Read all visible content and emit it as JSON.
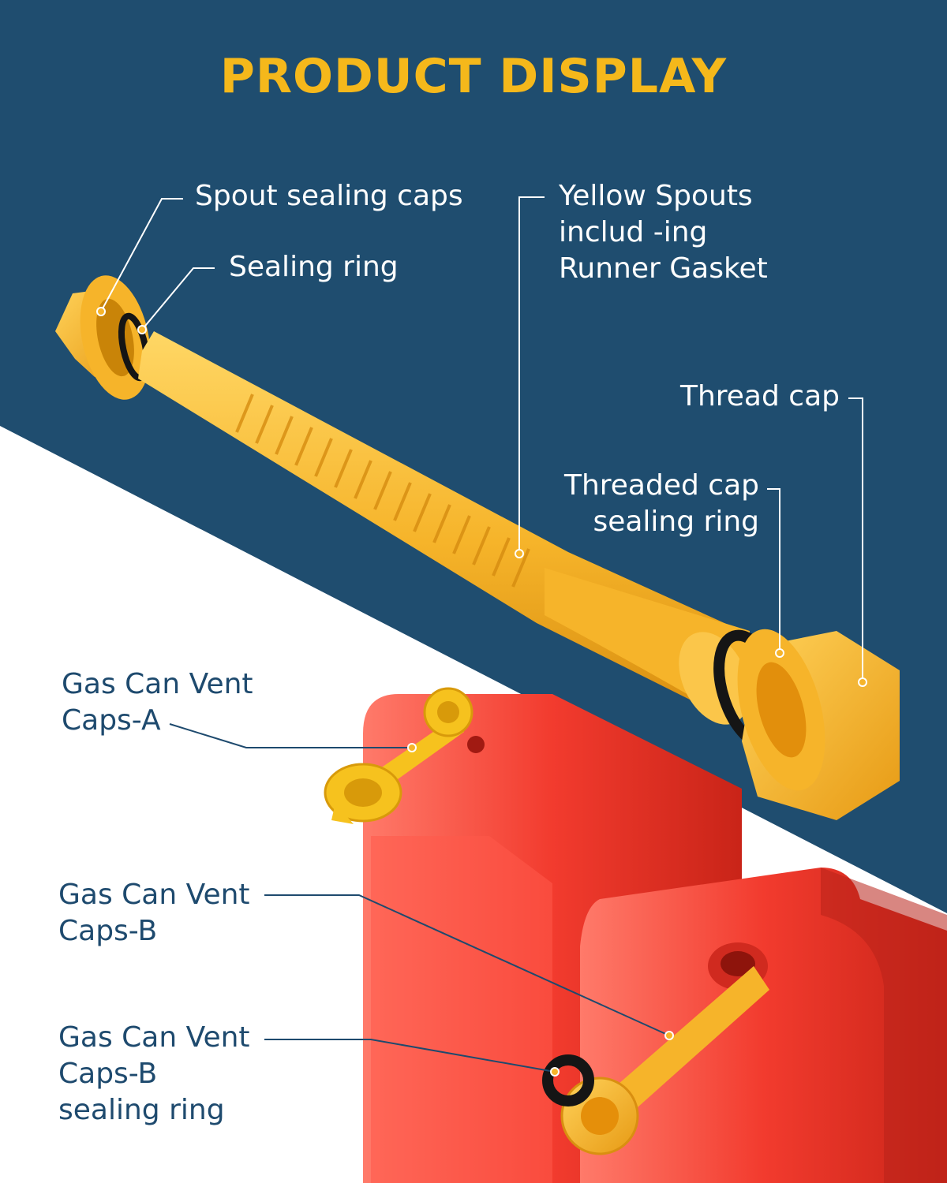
{
  "title": "PRODUCT DISPLAY",
  "labels": {
    "spout_sealing_caps": "Spout sealing caps",
    "sealing_ring": "Sealing ring",
    "yellow_spouts": [
      "Yellow Spouts",
      "includ -ing",
      "Runner Gasket"
    ],
    "thread_cap": "Thread cap",
    "threaded_cap_sealing_ring": [
      "Threaded cap",
      "sealing ring"
    ],
    "vent_caps_a": [
      "Gas Can Vent",
      "Caps-A"
    ],
    "vent_caps_b": [
      "Gas Can Vent",
      "Caps-B"
    ],
    "vent_caps_b_ring": [
      "Gas Can Vent",
      "Caps-B",
      "sealing ring"
    ]
  },
  "colors": {
    "navy": "#1f4d6f",
    "accent_yellow": "#f5b81b",
    "part_yellow": "#f6b42a",
    "can_red": "#f23b2e",
    "gasket_black": "#151515",
    "label_dark": "#1e4a6e"
  }
}
